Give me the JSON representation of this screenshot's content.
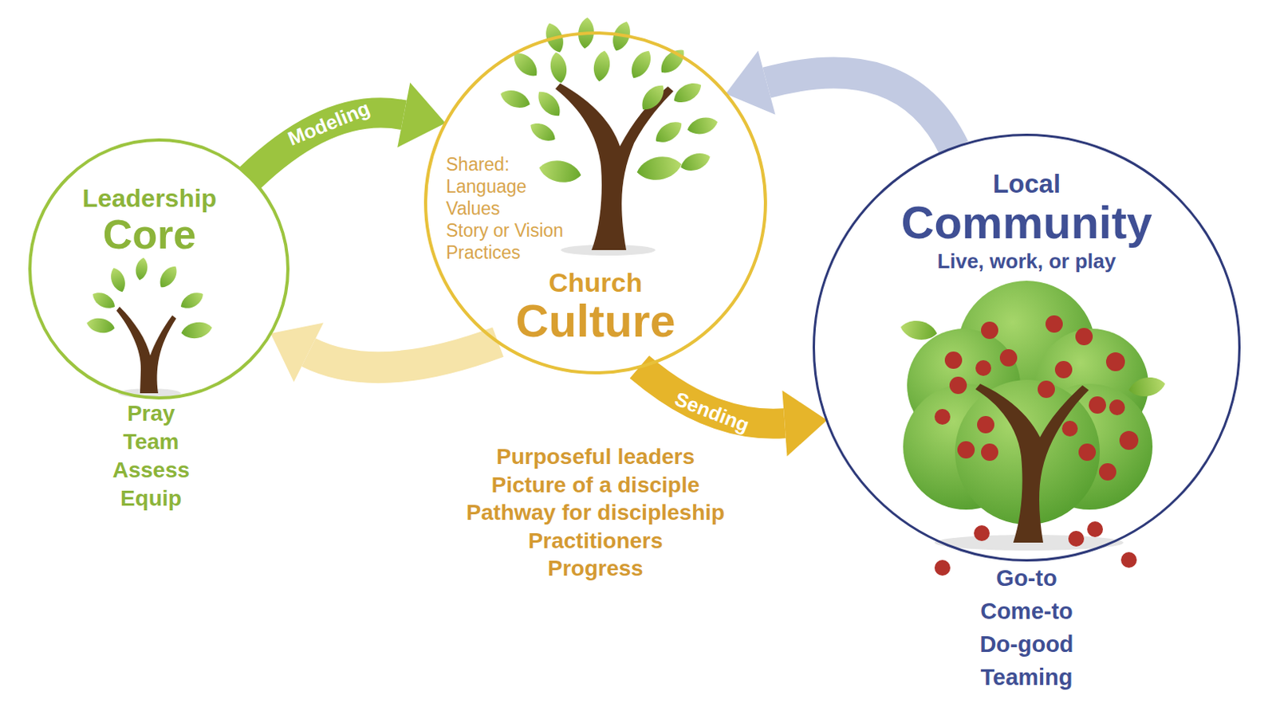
{
  "diagram": {
    "nodes": [
      {
        "text": [
          "Leadership Core",
          "Pray Team Assess Equip"
        ]
      },
      {
        "text": [
          "Shared: Language Values Story or Vision Practices",
          "Church Culture",
          "Purposeful leaders Picture of a disciple Pathway for discipleship Practitioners Progress"
        ]
      },
      {
        "text": [
          "Local Community",
          "Live, work, or play",
          "Go-to Come-to Do-good Teaming"
        ]
      }
    ],
    "edges": [
      {
        "from": 0,
        "to": 1,
        "label": "Modeling",
        "arrow": "to"
      },
      {
        "from": 1,
        "to": 0,
        "arrow": "to"
      },
      {
        "from": 1,
        "to": 2,
        "label": "Sending",
        "arrow": "to"
      },
      {
        "from": 2,
        "to": 1,
        "arrow": "to"
      }
    ]
  }
}
